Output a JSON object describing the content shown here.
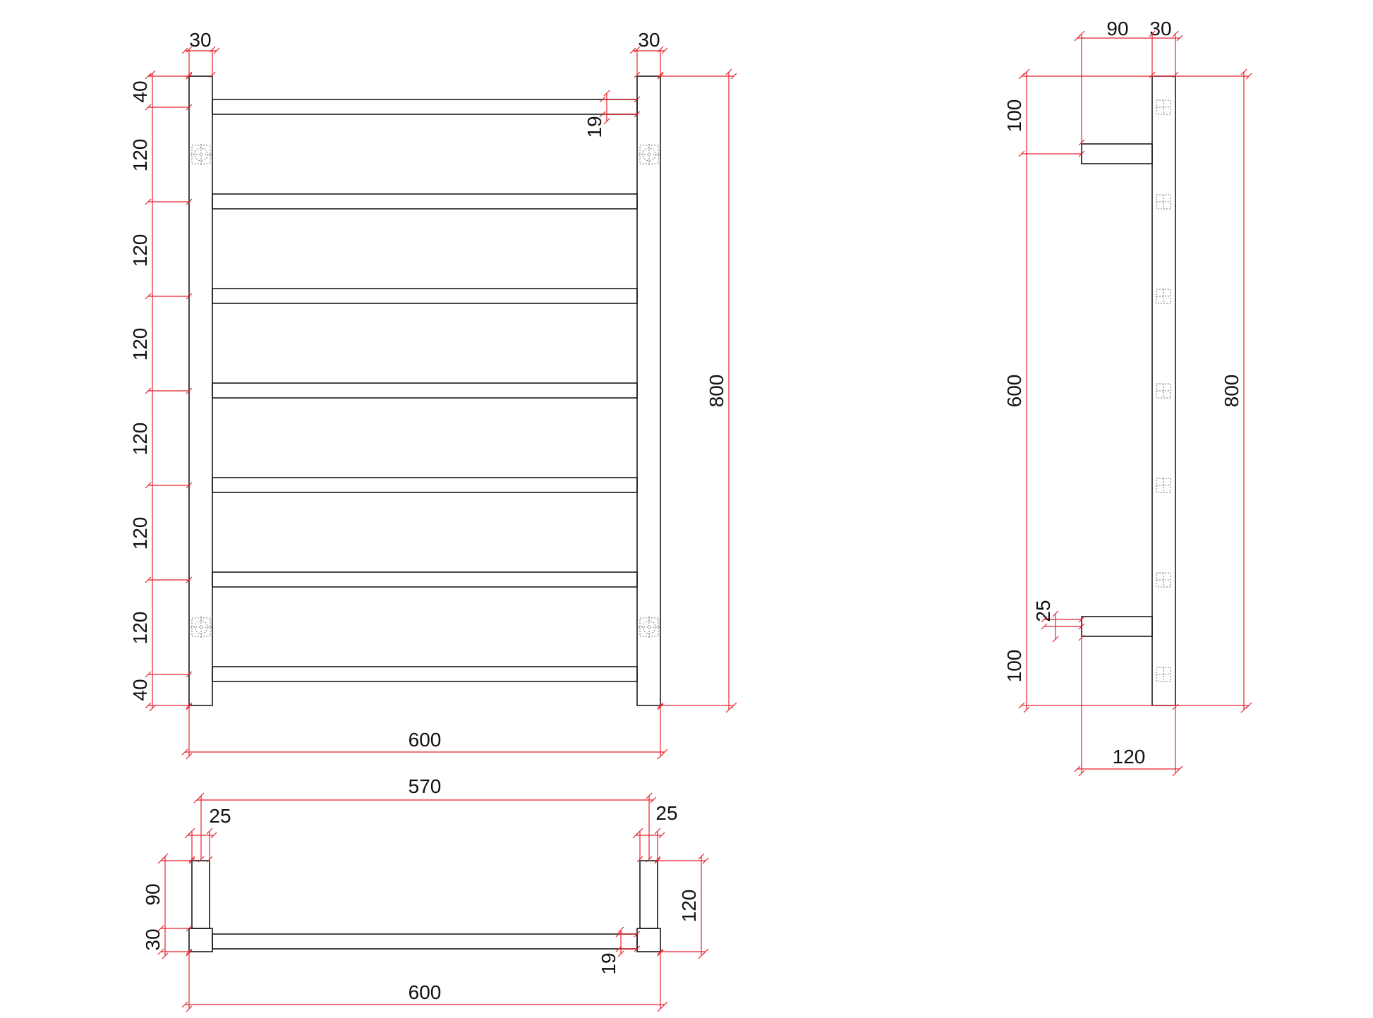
{
  "front_view": {
    "top_post_widths": [
      "30",
      "30"
    ],
    "left_spacings": [
      "40",
      "120",
      "120",
      "120",
      "120",
      "120",
      "120",
      "40"
    ],
    "bar_thickness": "19",
    "total_height": "800",
    "total_width": "600"
  },
  "side_view": {
    "top_widths": [
      "90",
      "30"
    ],
    "left_dims": [
      "100",
      "600",
      "25",
      "100"
    ],
    "total_height": "800",
    "bottom_width": "120"
  },
  "plan_view": {
    "inner_span": "570",
    "offsets": [
      "25",
      "25"
    ],
    "left_dims": [
      "90",
      "30"
    ],
    "bar_thickness": "19",
    "depth": "120",
    "total_width": "600"
  },
  "colors": {
    "object": "#1a1a1a",
    "dimension": "#e8202a",
    "hidden": "#777777"
  }
}
